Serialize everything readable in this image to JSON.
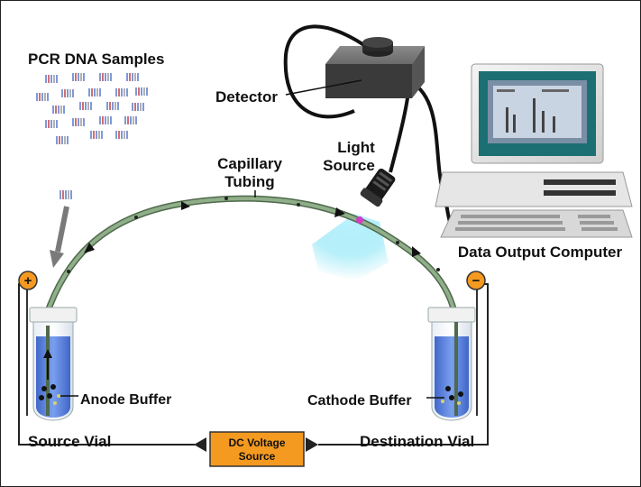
{
  "labels": {
    "pcr_samples": "PCR DNA Samples",
    "detector": "Detector",
    "light_source_1": "Light",
    "light_source_2": "Source",
    "capillary_1": "Capillary",
    "capillary_2": "Tubing",
    "data_output_computer": "Data Output Computer",
    "anode_buffer": "Anode Buffer",
    "cathode_buffer": "Cathode Buffer",
    "source_vial": "Source Vial",
    "destination_vial": "Destination Vial",
    "dc_voltage_1": "DC Voltage",
    "dc_voltage_2": "Source",
    "plus_sign": "+",
    "minus_sign": "−"
  },
  "colors": {
    "buffer_blue": "#3f6fd8",
    "capillary_green": "#7d9b7a",
    "voltage_orange": "#f59a20",
    "light_cyan": "#7fe3f5",
    "screen_teal": "#1c6f72"
  }
}
